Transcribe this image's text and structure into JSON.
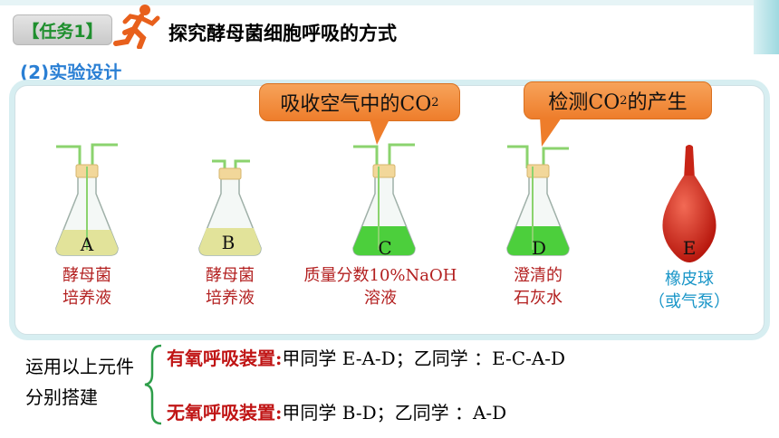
{
  "header": {
    "task_tag": "【任务1】",
    "title": "探究酵母菌细胞呼吸的方式",
    "subtitle": "(2)实验设计"
  },
  "callouts": [
    {
      "text_before": "吸收空气中的CO",
      "sub": "2",
      "text_after": ""
    },
    {
      "text_before": "检测CO",
      "sub": "2",
      "text_after": "的产生"
    }
  ],
  "apparatus": [
    {
      "letter": "A",
      "line1": "酵母菌",
      "line2": "培养液",
      "liquid_color": "#e2e39a"
    },
    {
      "letter": "B",
      "line1": "酵母菌",
      "line2": "培养液",
      "liquid_color": "#e2e39a"
    },
    {
      "letter": "C",
      "line1": "质量分数10%NaOH",
      "line2": "溶液",
      "liquid_color": "#4ccf3c"
    },
    {
      "letter": "D",
      "line1": "澄清的",
      "line2": "石灰水",
      "liquid_color": "#4ccf3c"
    },
    {
      "letter": "E",
      "line1": "橡皮球",
      "line2": "（或气泵）",
      "color": "#d42a1e"
    }
  ],
  "usage": {
    "intro": "运用以上元件分别搭建",
    "aerobic_label": "有氧呼吸装置:",
    "aerobic_text": "甲同学 E-A-D；乙同学 ：E-C-A-D",
    "anaerobic_label": "无氧呼吸装置:",
    "anaerobic_text": "甲同学 B-D；乙同学 ：A-D"
  },
  "colors": {
    "accent_green": "#1f8f2e",
    "subtitle_blue": "#2a7fd4",
    "label_red": "#b32020",
    "label_blue": "#1a96c8",
    "callout_orange": "#ee7d2b"
  }
}
